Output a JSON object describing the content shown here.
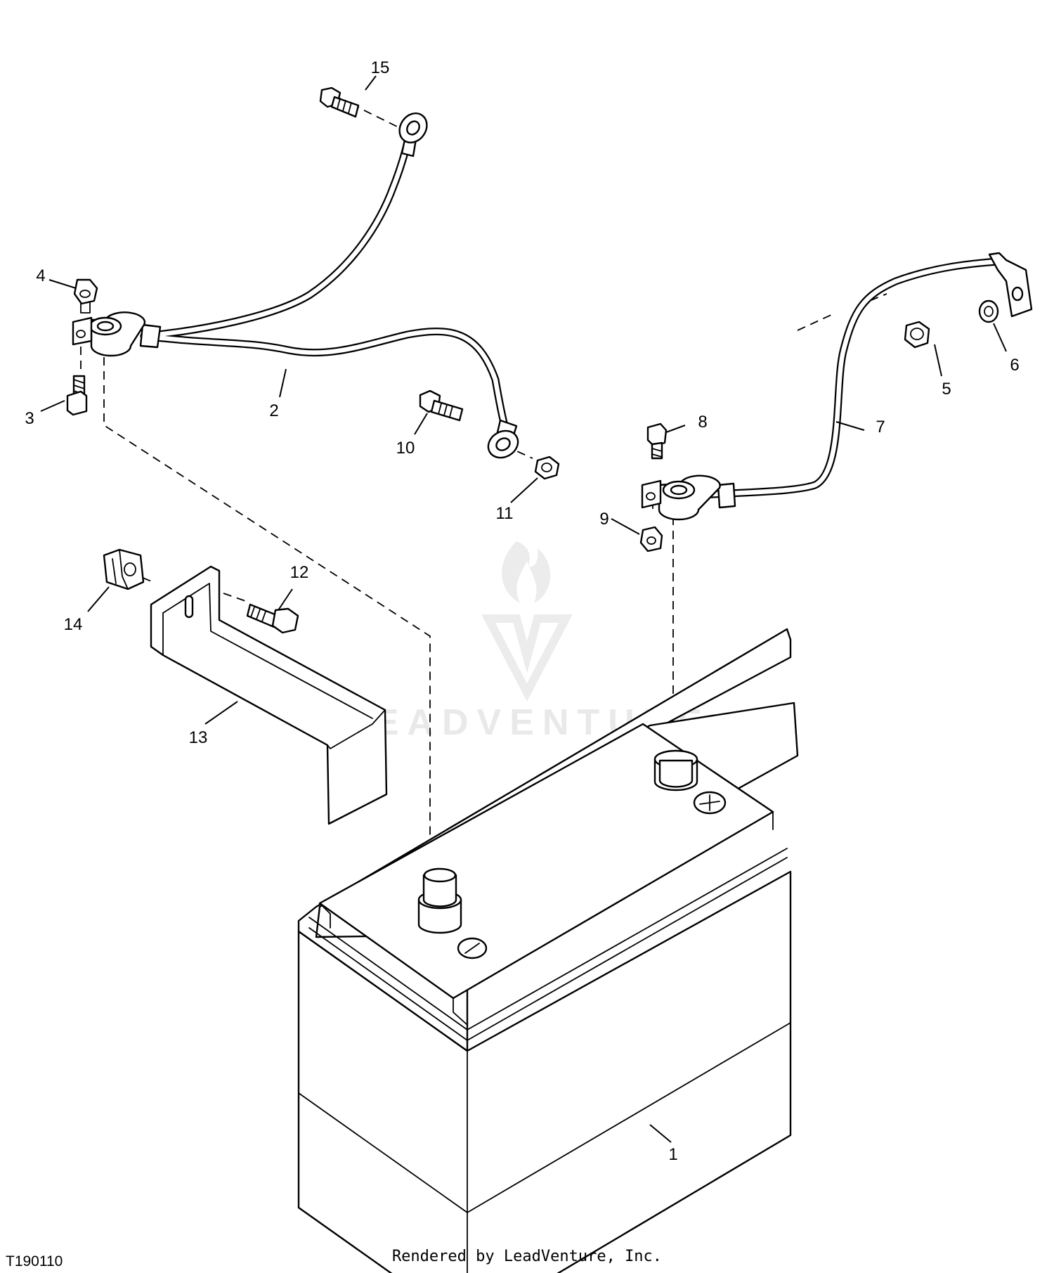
{
  "diagram_id": "T190110",
  "footer_text": "Rendered by LeadVenture, Inc.",
  "watermark_text": "LEADVENTURE",
  "colors": {
    "line": "#000000",
    "background": "#ffffff",
    "watermark": "#e9e9e9"
  },
  "callouts": [
    "1",
    "2",
    "3",
    "4",
    "5",
    "6",
    "7",
    "8",
    "9",
    "10",
    "11",
    "12",
    "13",
    "14",
    "15"
  ]
}
